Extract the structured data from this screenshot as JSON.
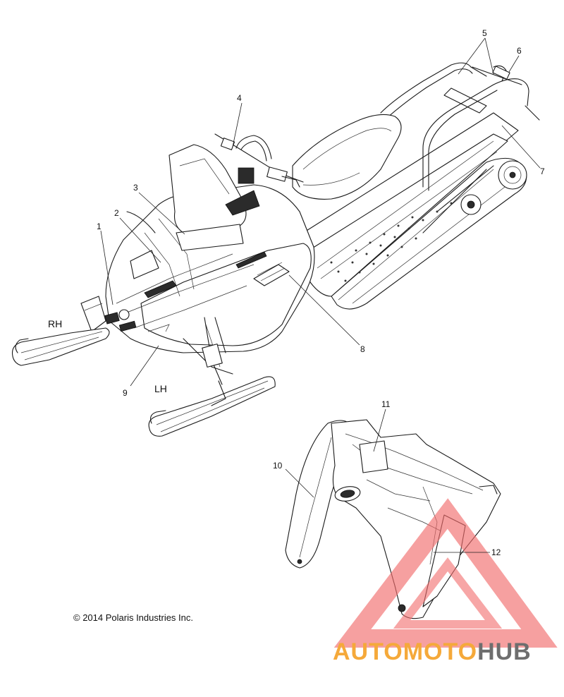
{
  "callouts": [
    {
      "id": "1",
      "label": "1"
    },
    {
      "id": "2",
      "label": "2"
    },
    {
      "id": "3",
      "label": "3"
    },
    {
      "id": "4",
      "label": "4"
    },
    {
      "id": "5",
      "label": "5"
    },
    {
      "id": "6",
      "label": "6"
    },
    {
      "id": "7",
      "label": "7"
    },
    {
      "id": "8",
      "label": "8"
    },
    {
      "id": "9",
      "label": "9"
    },
    {
      "id": "10",
      "label": "10"
    },
    {
      "id": "11",
      "label": "11"
    },
    {
      "id": "12",
      "label": "12"
    }
  ],
  "side_labels": {
    "right": "RH",
    "left": "LH"
  },
  "copyright": "© 2014 Polaris Industries Inc.",
  "watermark": {
    "part1": "AUTOMOTO",
    "part2": "HUB",
    "color_accent": "#f5a93a",
    "color_gray": "#6e6e6e",
    "color_logo": "#f26b6b"
  }
}
